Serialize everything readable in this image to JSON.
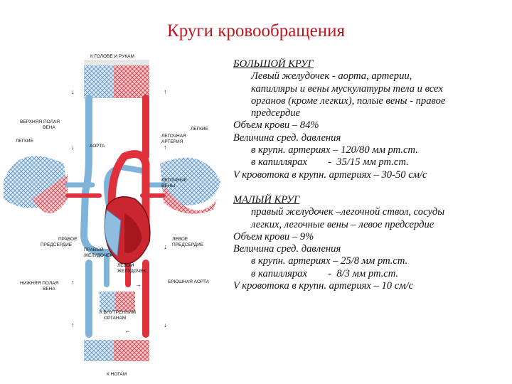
{
  "title": "Круги кровообращения",
  "diagram_labels": {
    "head": "К ГОЛОВЕ И РУКАМ",
    "sup_vena_1": "ВЕРХНЯЯ ПОЛАЯ",
    "sup_vena_2": "ВЕНА",
    "lungs_left": "ЛЕГКИЕ",
    "lungs_right": "ЛЕГКИЕ",
    "aorta": "АОРТА",
    "pulm_artery_1": "ЛЕГОЧНАЯ",
    "pulm_artery_2": "АРТЕРИЯ",
    "pulm_veins_1": "ЛЕГОЧНЫЕ",
    "pulm_veins_2": "ВЕНЫ",
    "right_atrium_1": "ПРАВОЕ",
    "right_atrium_2": "ПРЕДСЕРДИЕ",
    "right_ventricle_1": "ПРАВЫЙ",
    "right_ventricle_2": "ЖЕЛУДОЧЕК",
    "left_atrium_1": "ЛЕВОЕ",
    "left_atrium_2": "ПРЕДСЕРДИЕ",
    "left_ventricle_1": "ЛЕВЫЙ",
    "left_ventricle_2": "ЖЕЛУДОЧЕК",
    "inf_vena_1": "НИЖНЯЯ ПОЛАЯ",
    "inf_vena_2": "ВЕНА",
    "abd_aorta": "БРЮШНАЯ АОРТА",
    "organs_1": "К ВНУТРЕННИМ",
    "organs_2": "ОРГАНАМ",
    "legs": "К НОГАМ"
  },
  "big_circle": {
    "heading": "БОЛЬШОЙ КРУГ",
    "path_1": "Левый желудочек - аорта, артерии,",
    "path_2": "капилляры и вены мускулатуры тела и всех",
    "path_3": "органов (кроме легких), полые вены - правое",
    "path_4": "предсердие",
    "volume": "Объем крови – 84%",
    "pressure": "Величина сред. давления",
    "pressure_arteries": "в крупн. артериях – 120/80 мм рт.ст.",
    "pressure_capillaries": "в капиллярах        -  35/15 мм рт.ст.",
    "velocity": "V кровотока в крупн. артериях – 30-50 см/с"
  },
  "small_circle": {
    "heading": "МАЛЫЙ КРУГ",
    "path_1": "правый желудочек –легочной ствол, сосуды",
    "path_2": "легких, легочные вены – левое предсердие",
    "volume": "Объем крови – 9%",
    "pressure": "Величина сред. давления",
    "pressure_arteries": "в крупн. артериях – 25/8 мм рт.ст.",
    "pressure_capillaries": "в капиллярах        -  8/3 мм рт.ст.",
    "velocity": "V кровотока в крупн. артериях – 10 см/с"
  },
  "colors": {
    "arterial": "#e0303c",
    "venous": "#7fb3d8",
    "title": "#c0141e"
  }
}
